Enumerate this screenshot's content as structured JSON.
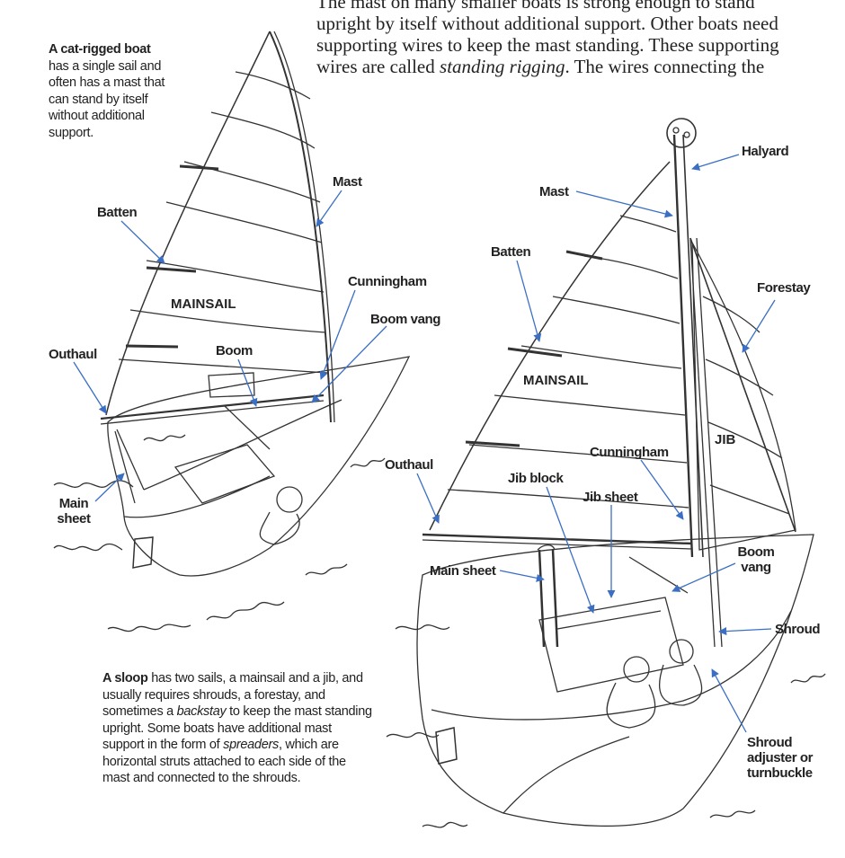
{
  "body_text": {
    "lines": [
      "The mast on many smaller boats is strong enough to stand",
      "upright by itself without additional support. Other boats need",
      "supporting wires to keep the mast standing. These supporting",
      "wires are called ",
      "standing rigging",
      ". The wires connecting the"
    ]
  },
  "cat_caption": {
    "lead": "A cat-rigged boat",
    "rest": "has a single sail and often has a mast that can stand by itself without additional support."
  },
  "sloop_caption": {
    "lead": "A sloop",
    "part1": " has two sails, a mainsail and a jib, and usually requires shrouds, a forestay, and sometimes a ",
    "backstay": "backstay",
    "part2": " to keep the mast standing upright. Some boats have additional mast support in the form of ",
    "spreaders": "spreaders",
    "part3": ", which are horizontal struts attached to each side of the mast and connected to the shrouds."
  },
  "cat_labels": {
    "mast": "Mast",
    "batten": "Batten",
    "mainsail": "MAINSAIL",
    "cunningham": "Cunningham",
    "boom_vang": "Boom vang",
    "outhaul": "Outhaul",
    "boom": "Boom",
    "main_sheet_1": "Main",
    "main_sheet_2": "sheet"
  },
  "sloop_labels": {
    "halyard": "Halyard",
    "mast": "Mast",
    "batten": "Batten",
    "forestay": "Forestay",
    "mainsail": "MAINSAIL",
    "jib": "JIB",
    "cunningham": "Cunningham",
    "outhaul": "Outhaul",
    "jib_block": "Jib block",
    "jib_sheet": "Jib sheet",
    "boom_vang_1": "Boom",
    "boom_vang_2": "vang",
    "main_sheet": "Main sheet",
    "shroud": "Shroud",
    "shroud_adjuster_1": "Shroud",
    "shroud_adjuster_2": "adjuster or",
    "shroud_adjuster_3": "turnbuckle"
  },
  "colors": {
    "pointer": "#3a6fc4",
    "ink": "#222222"
  }
}
